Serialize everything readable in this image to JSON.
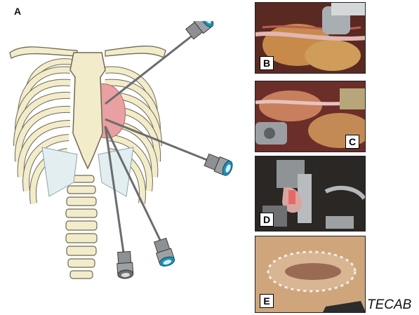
{
  "labels": {
    "panel_a": "A",
    "panel_b": "B",
    "panel_c": "C",
    "panel_d": "D",
    "panel_e": "E"
  },
  "caption": "TECAB",
  "colors": {
    "bone": "#f3eccb",
    "bone_outline": "#6f6a55",
    "cartilage": "#e3eef0",
    "heart": "#e8a0a0",
    "port_metal": "#8e9194",
    "port_cap": "#1f8fb5"
  }
}
